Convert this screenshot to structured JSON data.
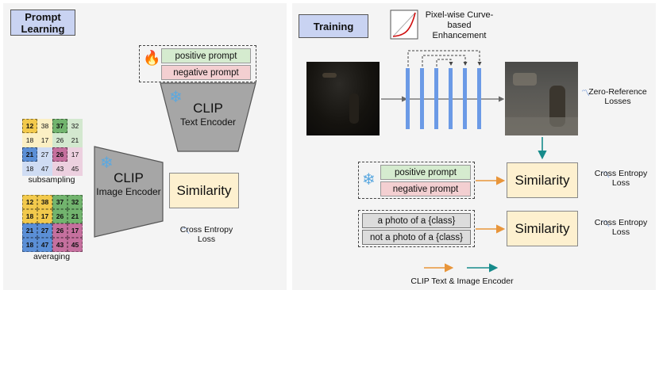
{
  "left_panel": {
    "title": "Prompt Learning",
    "prompts": {
      "positive": "positive prompt",
      "negative": "negative prompt"
    },
    "text_encoder": {
      "name": "CLIP",
      "sub": "Text Encoder"
    },
    "image_encoder": {
      "name": "CLIP",
      "sub": "Image Encoder"
    },
    "similarity": "Similarity",
    "loss": "Cross Entropy Loss",
    "subsampling_label": "subsampling",
    "averaging_label": "averaging",
    "subsampling_grid": [
      [
        "12",
        "38",
        "37",
        "32"
      ],
      [
        "18",
        "17",
        "26",
        "21"
      ],
      [
        "21",
        "27",
        "26",
        "17"
      ],
      [
        "18",
        "47",
        "43",
        "45"
      ]
    ],
    "averaging_grid": [
      [
        "12",
        "38",
        "37",
        "32"
      ],
      [
        "18",
        "17",
        "26",
        "21"
      ],
      [
        "21",
        "27",
        "26",
        "17"
      ],
      [
        "18",
        "47",
        "43",
        "45"
      ]
    ]
  },
  "right_panel": {
    "title": "Training",
    "curve_label": "Pixel-wise Curve-based Enhancement",
    "zero_ref": "Zero-Reference Losses",
    "prompts": {
      "positive": "positive prompt",
      "negative": "negative prompt"
    },
    "class_prompts": {
      "photo": "a photo of a {class}",
      "not_photo": "not a photo of a {class}"
    },
    "similarity": "Similarity",
    "loss": "Cross Entropy Loss",
    "legend": "CLIP Text & Image Encoder",
    "colors": {
      "orange": "#e8953a",
      "teal": "#168b8b",
      "bars": "#6b9ae6"
    }
  }
}
